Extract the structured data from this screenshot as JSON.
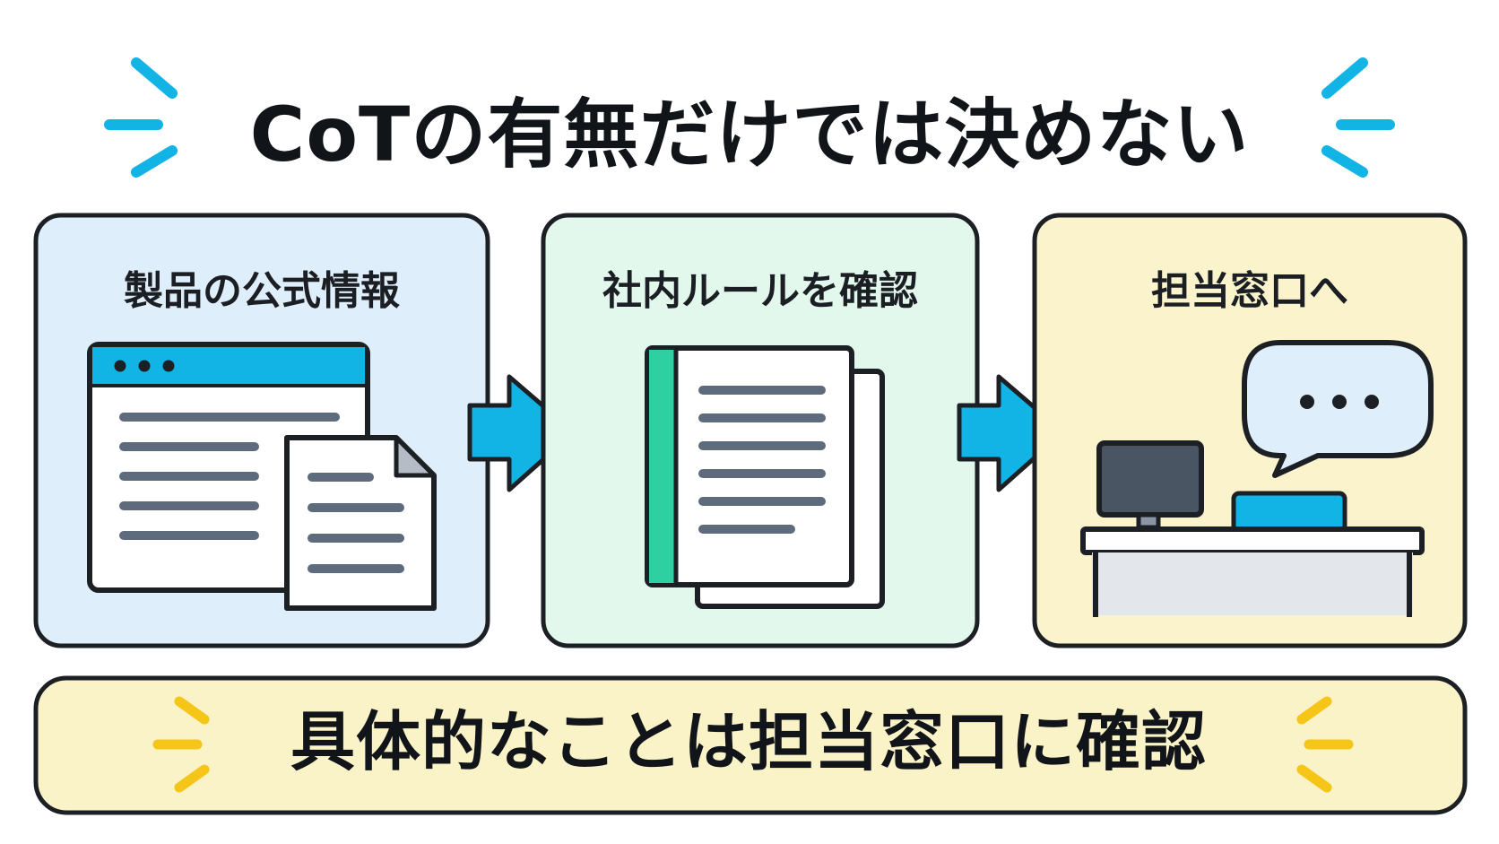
{
  "title": "CoTの有無だけでは決めない",
  "steps": [
    {
      "label": "製品の公式情報",
      "icon": "browser-document-icon",
      "background": "#dfeefb"
    },
    {
      "label": "社内ルールを確認",
      "icon": "rulebook-icon",
      "background": "#e2f8ec"
    },
    {
      "label": "担当窓口へ",
      "icon": "help-desk-icon",
      "background": "#faf3cc"
    }
  ],
  "bottom_banner": {
    "text": "具体的なことは担当窓口に確認",
    "background": "#fbf3c8"
  },
  "colors": {
    "accent": "#12b4e6",
    "sparkle_yellow": "#f5c517",
    "outline": "#1c1f24",
    "text_line": "#5e6b7c",
    "book_spine": "#2ecfa0"
  }
}
